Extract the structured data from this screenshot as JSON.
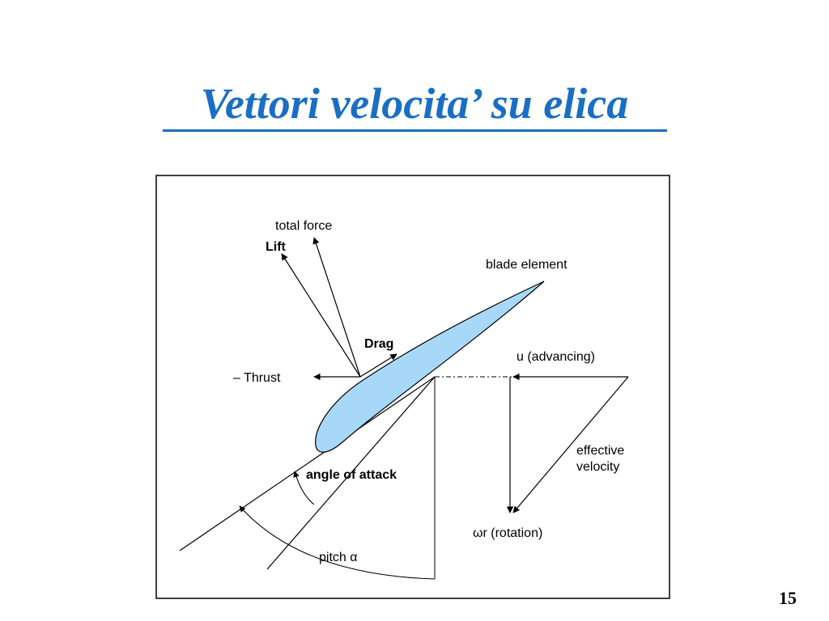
{
  "slide": {
    "title": "Vettori velocita’ su elica",
    "page_number": "15"
  },
  "diagram": {
    "labels": {
      "total_force": "total force",
      "lift": "Lift",
      "blade_element": "blade element",
      "drag": "Drag",
      "thrust": "– Thrust",
      "advancing": "u (advancing)",
      "effective_velocity_1": "effective",
      "effective_velocity_2": "velocity",
      "angle_of_attack": "angle of attack",
      "rotation": "ωr (rotation)",
      "pitch": "pitch  α"
    },
    "colors": {
      "blade_fill": "#a8d8f8",
      "line": "#000000",
      "frame": "#000000"
    }
  }
}
